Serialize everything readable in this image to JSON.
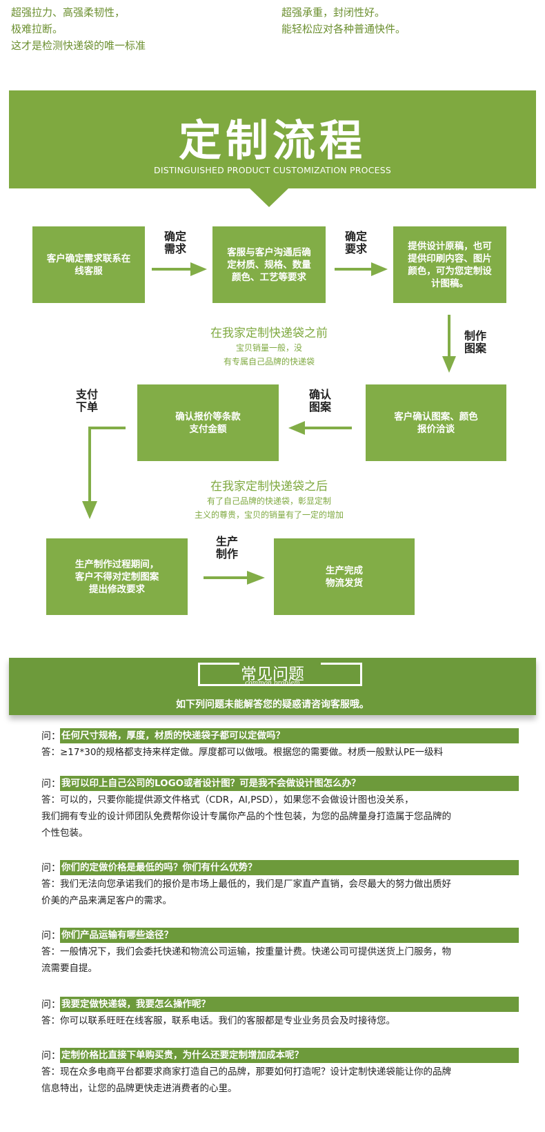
{
  "intro": {
    "left": [
      "超强拉力、高强柔韧性，",
      "极难拉断。",
      "这才是检测快递袋的唯一标准"
    ],
    "right": [
      "超强承重，封闭性好。",
      "能轻松应对各种普通快件。"
    ]
  },
  "banner": {
    "title": "定制流程",
    "subtitle": "DISTINGUISHED PRODUCT CUSTOMIZATION PROCESS"
  },
  "process": {
    "boxes": [
      "客户确定需求联系在\n线客服",
      "客服与客户沟通后确\n定材质、规格、数量\n颜色、工艺等要求",
      "提供设计原稿，也可\n提供印刷内容、图片\n颜色，可为您定制设\n计图稿。",
      "客户确认图案、颜色\n报价洽谈",
      "确认报价等条款\n支付金额",
      "生产制作过程期间，\n客户不得对定制图案\n提出修改要求",
      "生产完成\n物流发货"
    ],
    "labels": [
      "确定\n需求",
      "确定\n要求",
      "制作\n图案",
      "确认\n图案",
      "支付\n下单",
      "生产\n制作"
    ],
    "note_before": {
      "title": "在我家定制快递袋之前",
      "lines": [
        "宝贝销量一般，没",
        "有专属自己品牌的快递袋"
      ]
    },
    "note_after": {
      "title": "在我家定制快递袋之后",
      "lines": [
        "有了自己品牌的快递袋，彰显定制",
        "主义的尊贵，宝贝的销量有了一定的增加"
      ]
    }
  },
  "faq": {
    "title": "常见问题",
    "subtitle": "common problem",
    "note": "如下列问题未能解答您的疑惑请咨询客服哦。",
    "q_prefix": "问：",
    "a_prefix": "答：",
    "items": [
      {
        "q": "任何尺寸规格，厚度，材质的快递袋子都可以定做吗？",
        "a": [
          "≥17*30的规格都支持来样定做。厚度都可以做哦。根据您的需要做。材质一般默认PE一级料"
        ]
      },
      {
        "q": "我可以印上自己公司的LOGO或者设计图？可是我不会做设计图怎么办？",
        "a": [
          "可以的，只要你能提供源文件格式（CDR，AI,PSD），如果您不会做设计图也没关系，",
          "我们拥有专业的设计师团队免费帮你设计专属你产品的个性包装，为您的品牌量身打造属于您品牌的",
          "个性包装。"
        ]
      },
      {
        "q": "你们的定做价格是最低的吗？你们有什么优势？",
        "a": [
          "我们无法向您承诺我们的报价是市场上最低的，我们是厂家直产直销，会尽最大的努力做出质好",
          "价美的产品来满足客户的需求。"
        ]
      },
      {
        "q": "你们产品运输有哪些途径？",
        "a": [
          "一般情况下，我们会委托快递和物流公司运输，按重量计费。快递公司可提供送货上门服务，物",
          "流需要自提。"
        ]
      },
      {
        "q": "我要定做快递袋，我要怎么操作呢？",
        "a": [
          "你可以联系旺旺在线客服，联系电话。我们的客服都是专业业务员会及时接待您。"
        ]
      },
      {
        "q": "定制价格比直接下单购买贵，为什么还要定制增加成本呢？",
        "a": [
          "现在众多电商平台都要求商家打造自己的品牌，那要如何打造呢？设计定制快递袋能让你的品牌",
          "信息特出，让您的品牌更快走进消费者的心里。"
        ]
      }
    ]
  },
  "colors": {
    "green": "#82ad47",
    "dark_green": "#6d9a3b",
    "accent_text": "#7fa940"
  }
}
